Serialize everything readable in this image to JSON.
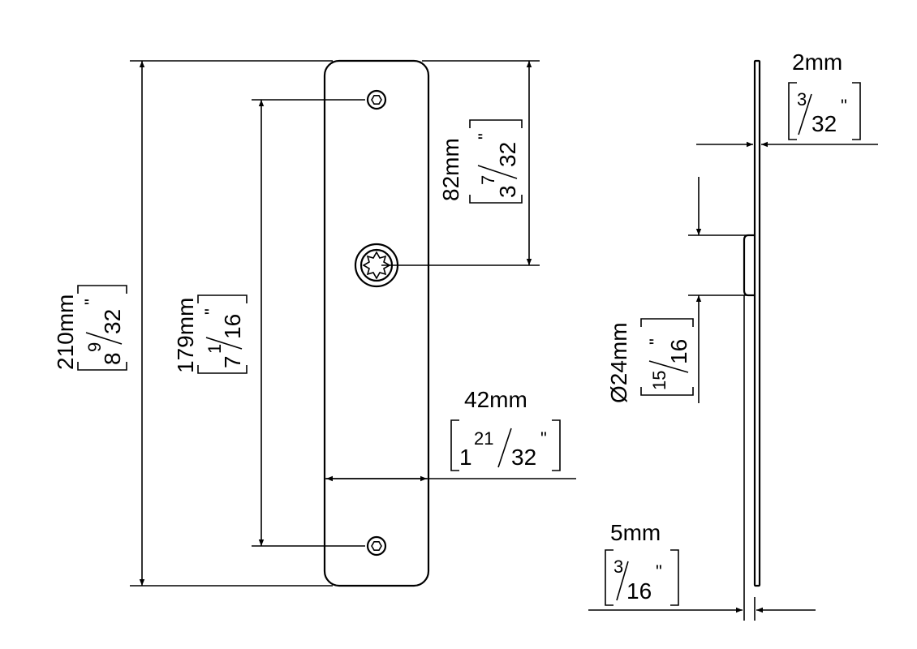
{
  "colors": {
    "line": "#000000",
    "background": "#ffffff"
  },
  "dimensions": {
    "height": {
      "metric": "210mm",
      "whole": "8",
      "num": "9",
      "den": "32",
      "inch": "\""
    },
    "hole_spacing": {
      "metric": "179mm",
      "whole": "7",
      "num": "1",
      "den": "16",
      "inch": "\""
    },
    "top_to_center": {
      "metric": "82mm",
      "whole": "3",
      "num": "7",
      "den": "32",
      "inch": "\""
    },
    "width": {
      "metric": "42mm",
      "whole": "1",
      "num": "21",
      "den": "32",
      "inch": "\""
    },
    "thickness": {
      "metric": "2mm",
      "num": "3",
      "den": "32",
      "inch": "\""
    },
    "boss_diameter": {
      "symbol": "Ø",
      "metric": "24mm",
      "num": "15",
      "den": "16",
      "inch": "\""
    },
    "boss_depth": {
      "metric": "5mm",
      "num": "3",
      "den": "16",
      "inch": "\""
    }
  }
}
